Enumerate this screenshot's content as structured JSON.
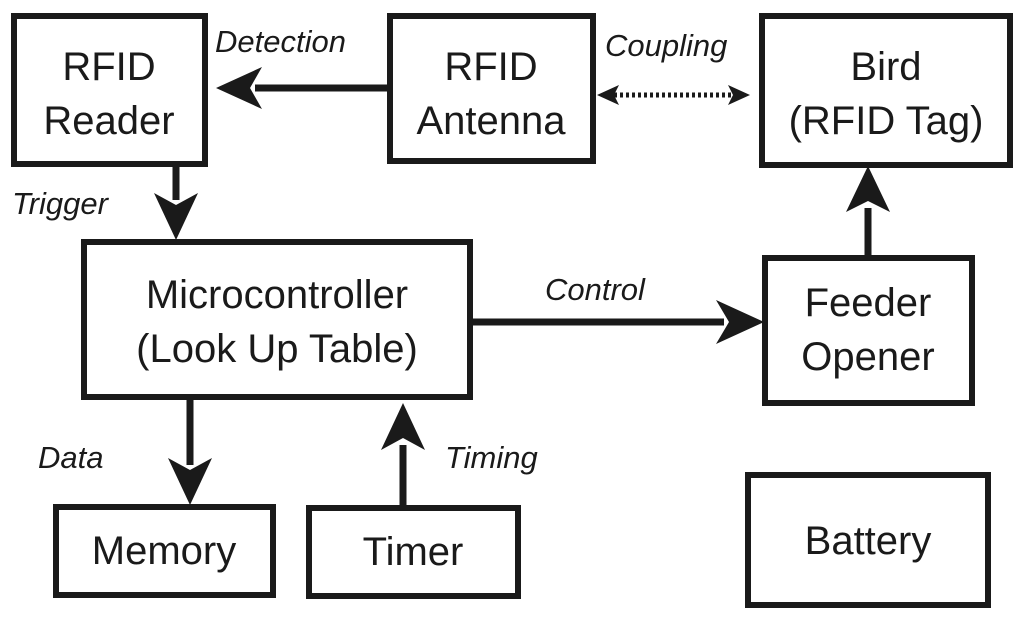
{
  "nodes": {
    "rfid_reader": {
      "line1": "RFID",
      "line2": "Reader"
    },
    "rfid_antenna": {
      "line1": "RFID",
      "line2": "Antenna"
    },
    "bird": {
      "line1": "Bird",
      "line2": "(RFID Tag)"
    },
    "microcontroller": {
      "line1": "Microcontroller",
      "line2": "(Look Up Table)"
    },
    "feeder_opener": {
      "line1": "Feeder",
      "line2": "Opener"
    },
    "memory": {
      "label": "Memory"
    },
    "timer": {
      "label": "Timer"
    },
    "battery": {
      "label": "Battery"
    }
  },
  "edges": {
    "detection": "Detection",
    "coupling": "Coupling",
    "trigger": "Trigger",
    "control": "Control",
    "data": "Data",
    "timing": "Timing"
  }
}
